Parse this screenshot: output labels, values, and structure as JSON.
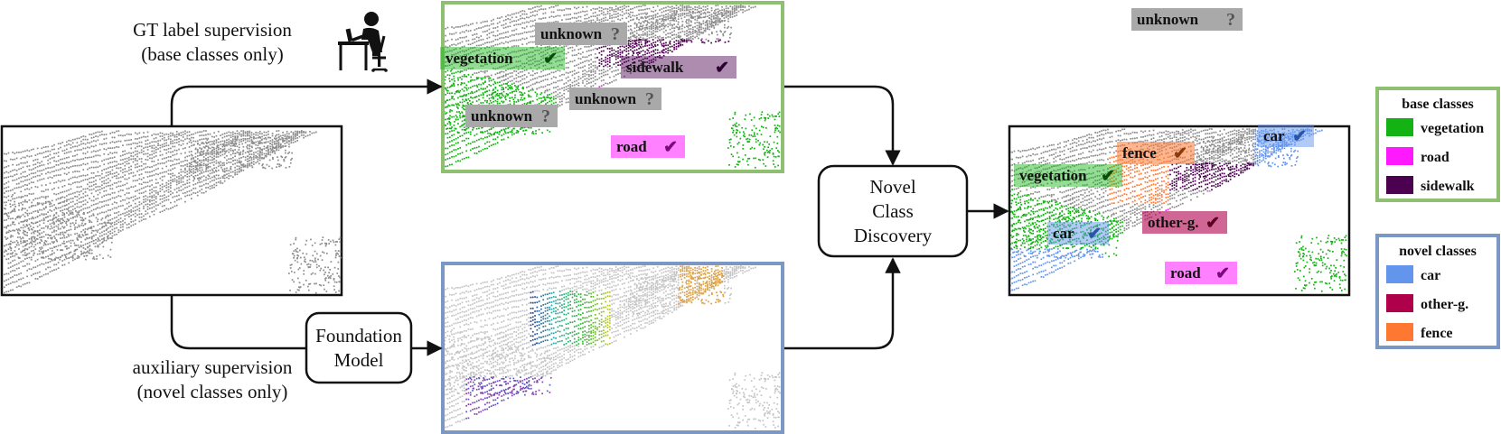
{
  "captions": {
    "gt_line1": "GT label supervision",
    "gt_line2": "(base classes only)",
    "aux_line1": "auxiliary supervision",
    "aux_line2": "(novel classes only)"
  },
  "nodes": {
    "foundation_line1": "Foundation",
    "foundation_line2": "Model",
    "ncd_line1": "Novel",
    "ncd_line2": "Class",
    "ncd_line3": "Discovery"
  },
  "gt_panel_tags": [
    {
      "text": "unknown",
      "mark": "?",
      "kind": "unknown"
    },
    {
      "text": "unknown",
      "mark": "?",
      "kind": "unknown"
    },
    {
      "text": "vegetation",
      "mark": "✔",
      "kind": "vegetation"
    },
    {
      "text": "sidewalk",
      "mark": "✔",
      "kind": "sidewalk"
    },
    {
      "text": "unknown",
      "mark": "?",
      "kind": "unknown"
    },
    {
      "text": "unknown",
      "mark": "?",
      "kind": "unknown"
    },
    {
      "text": "road",
      "mark": "✔",
      "kind": "road"
    }
  ],
  "result_panel_tags": [
    {
      "text": "car",
      "mark": "✔",
      "kind": "car"
    },
    {
      "text": "fence",
      "mark": "✔",
      "kind": "fence"
    },
    {
      "text": "vegetation",
      "mark": "✔",
      "kind": "vegetation"
    },
    {
      "text": "car",
      "mark": "✔",
      "kind": "car"
    },
    {
      "text": "other-g.",
      "mark": "✔",
      "kind": "otherg"
    },
    {
      "text": "road",
      "mark": "✔",
      "kind": "road"
    }
  ],
  "legend_base": {
    "title": "base classes",
    "items": [
      {
        "label": "vegetation",
        "color": "#12b312"
      },
      {
        "label": "road",
        "color": "#ff19ff"
      },
      {
        "label": "sidewalk",
        "color": "#4b0050"
      }
    ]
  },
  "legend_novel": {
    "title": "novel classes",
    "items": [
      {
        "label": "car",
        "color": "#6495ed"
      },
      {
        "label": "other-g.",
        "color": "#af004b"
      },
      {
        "label": "fence",
        "color": "#ff7832"
      }
    ]
  },
  "colors": {
    "gt_frame": "#8fbf70",
    "aux_frame": "#7b98c4",
    "unknown_tag": "#a9a9a9",
    "vegetation": "#12b312",
    "road": "#ff19ff",
    "sidewalk": "#4b0050",
    "car": "#6495ed",
    "otherg": "#af004b",
    "fence": "#ff7832",
    "point_gray": "#8c8c8c",
    "point_light": "#c4c4c4"
  },
  "icons": [
    "person-at-desk-icon",
    "check-mark-icon",
    "question-mark-icon"
  ]
}
